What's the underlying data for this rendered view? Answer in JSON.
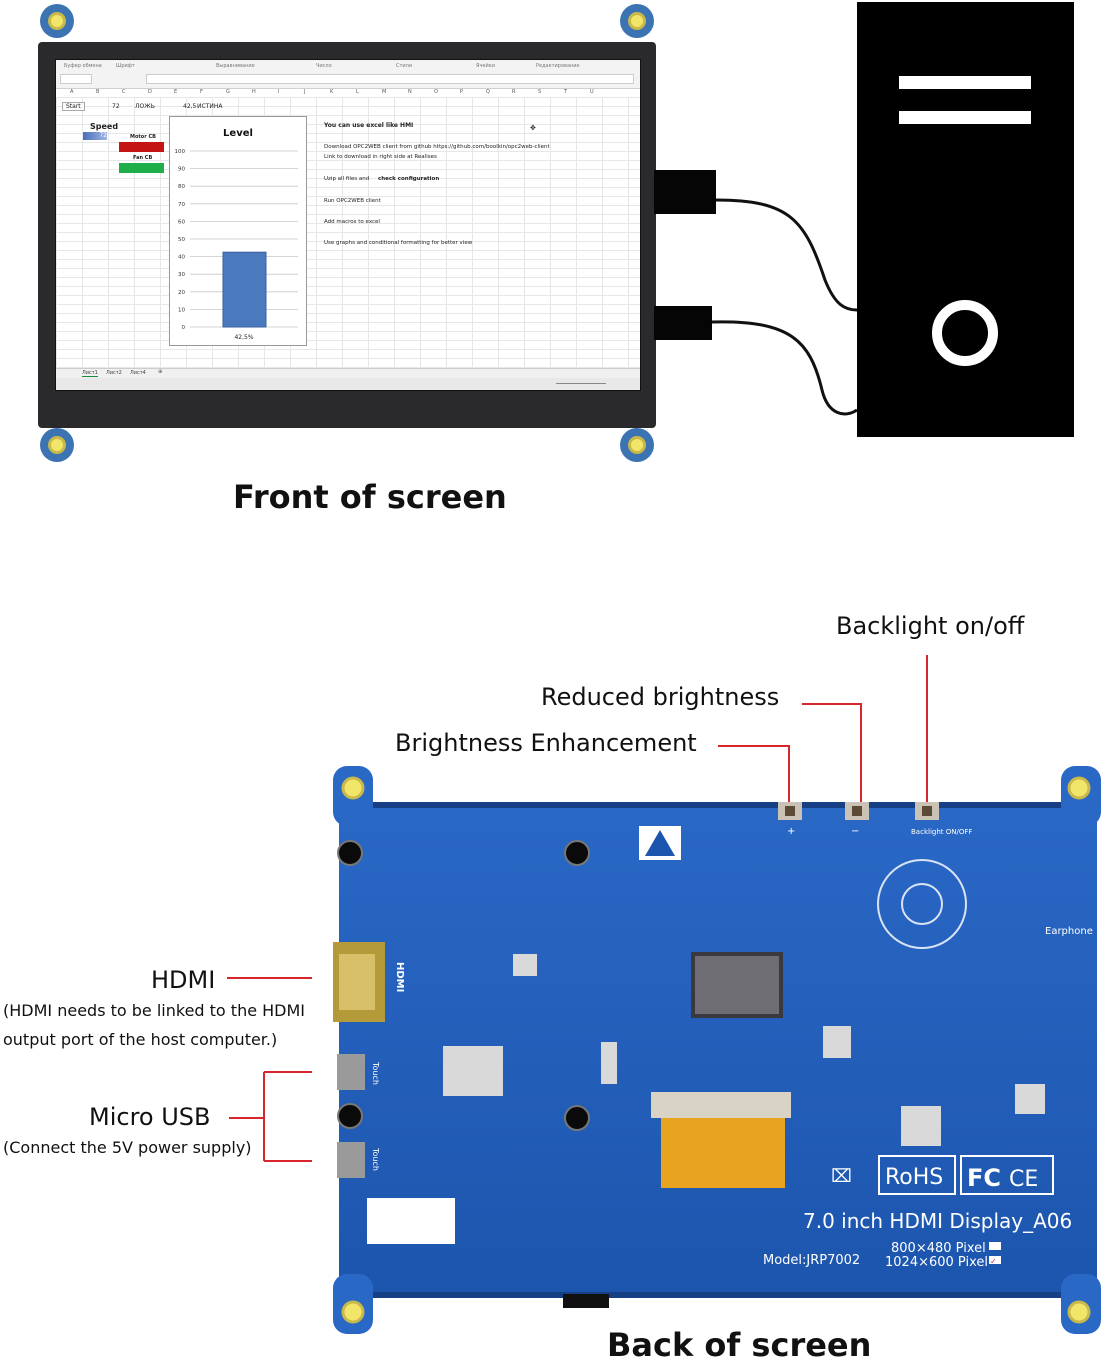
{
  "front": {
    "caption": "Front of screen",
    "excel": {
      "col_headers": [
        "A",
        "B",
        "C",
        "D",
        "E",
        "F",
        "G",
        "H",
        "I",
        "J",
        "K",
        "L",
        "M",
        "N",
        "O",
        "P",
        "Q",
        "R",
        "S",
        "T",
        "U"
      ],
      "row1": [
        "Start",
        "72",
        "ЛОЖЬ",
        "42,5",
        "ИСТИНА"
      ],
      "speed_label": "Speed",
      "speed_value": "72",
      "motor_label": "Motor CB",
      "fan_label": "Fan CB",
      "chart": {
        "title": "Level",
        "ticks": [
          "100",
          "90",
          "80",
          "70",
          "60",
          "50",
          "40",
          "30",
          "20",
          "10",
          "0"
        ],
        "bar_label": "42,5%"
      },
      "notes": [
        "You can use excel like HMI",
        "Download OPC2WEB client from github https://github.com/boolkin/opc2web-client",
        "Link to download in right side at Realises",
        "Uzip all files and",
        "check configuration",
        "Run OPC2WEB client",
        "Add macros to excel",
        "Use graphs and conditional formatting for better view"
      ],
      "tabs": [
        "Лист1",
        "Лист2",
        "Лист4"
      ]
    },
    "chart_data": {
      "type": "bar",
      "categories": [
        ""
      ],
      "values": [
        42.5
      ],
      "title": "Level",
      "ylim": [
        0,
        100
      ]
    }
  },
  "back": {
    "caption": "Back of screen",
    "buttons": {
      "backlight": "Backlight on/off",
      "reduced": "Reduced brightness",
      "enhance": "Brightness Enhancement"
    },
    "ports": {
      "hdmi_title": "HDMI",
      "hdmi_note_1": "(HDMI needs to be linked to the HDMI",
      "hdmi_note_2": "output port of the host computer.)",
      "usb_title": "Micro USB",
      "usb_note": "(Connect the 5V power supply)"
    },
    "silkscreen": {
      "product": "7.0  inch  HDMI  Display_A06",
      "model": "Model:JRP7002",
      "res1": "800×480  Pixel",
      "res2": "1024×600  Pixel",
      "rohs": "RoHS",
      "fc": "FC",
      "ce": "CE",
      "hdmi_silk": "HDMI",
      "touch_silk": "Touch",
      "earphone": "Earphone",
      "backlight_silk": "Backlight ON/OFF",
      "plus": "+",
      "minus": "−"
    },
    "colors": {
      "board": "#1e5bb8",
      "leader": "#d9262c"
    }
  }
}
